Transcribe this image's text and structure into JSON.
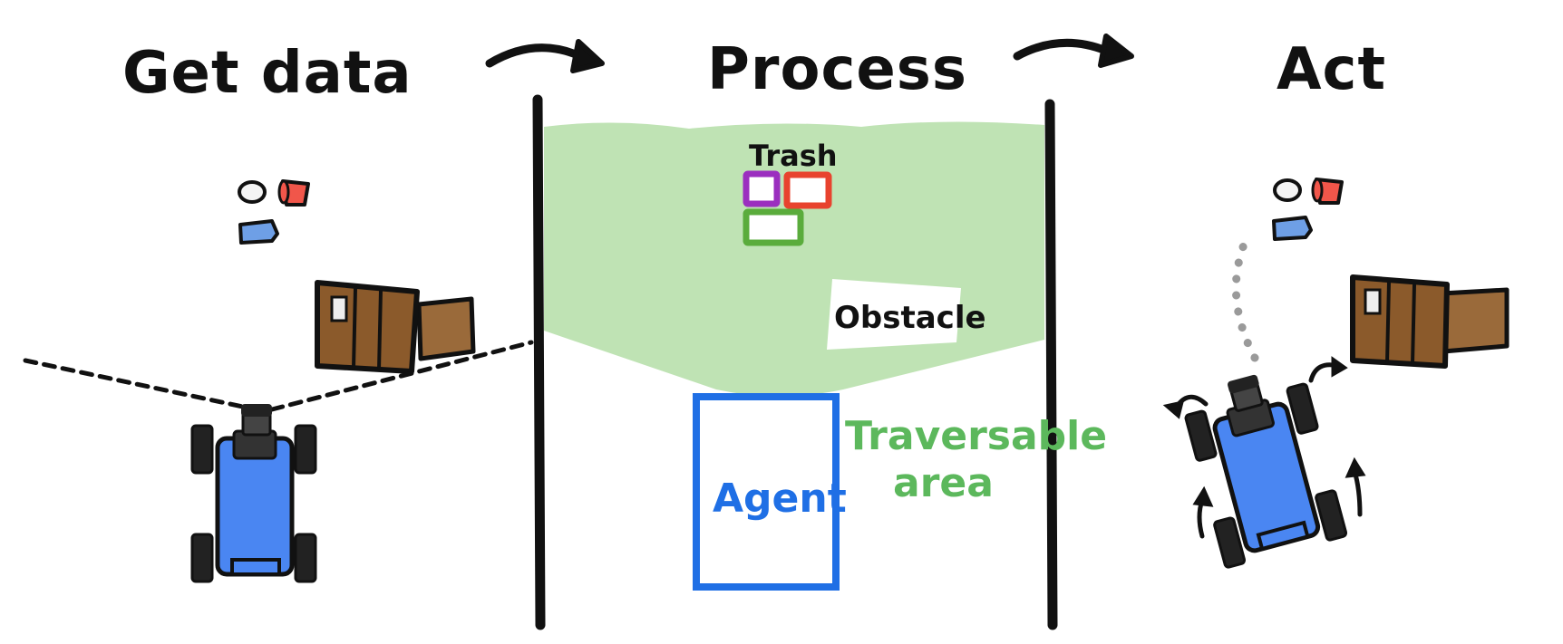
{
  "stages": {
    "get_data": "Get data",
    "process": "Process",
    "act": "Act"
  },
  "process_labels": {
    "trash": "Trash",
    "obstacle": "Obstacle",
    "agent": "Agent",
    "traversable": "Traversable",
    "area": "area"
  },
  "colors": {
    "traversable_fill": "#bfe3b4",
    "traversable_text": "#5cb85c",
    "agent_blue": "#1f6fe5",
    "robot_body": "#4a86f2",
    "box_brown": "#8b5a2b",
    "trash_purple": "#9b2fbf",
    "trash_red": "#e8432e",
    "trash_green": "#5aac3c",
    "ink": "#111111"
  },
  "icons": [
    "arrow-right-icon",
    "robot-icon",
    "cardboard-box-icon",
    "trash-cup-icon",
    "trash-bag-icon",
    "trash-bottle-icon"
  ]
}
